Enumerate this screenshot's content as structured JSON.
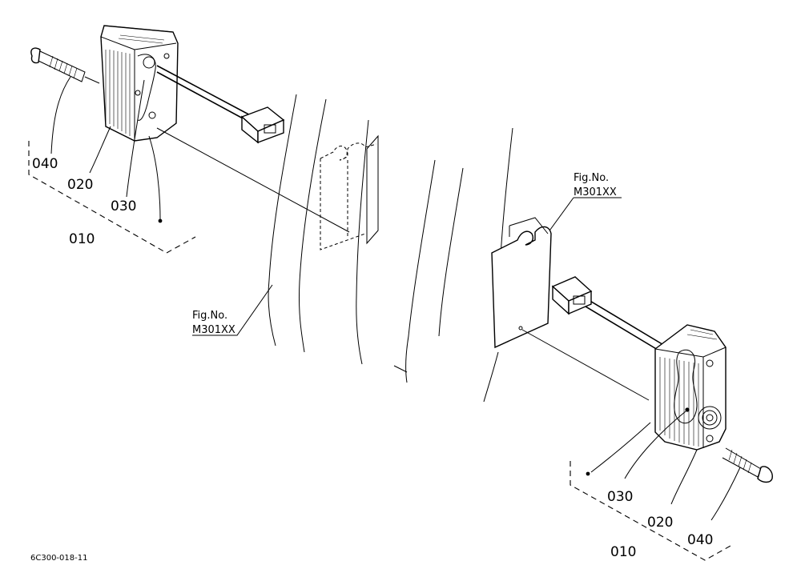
{
  "labels": {
    "left": {
      "screw": "040",
      "lamp": "020",
      "bulb": "030",
      "assembly": "010"
    },
    "right": {
      "screw": "040",
      "lamp": "020",
      "bulb": "030",
      "assembly": "010"
    }
  },
  "fig_refs": [
    {
      "line1": "Fig.No.",
      "line2": "M301XX"
    },
    {
      "line1": "Fig.No.",
      "line2": "M301XX"
    }
  ],
  "drawing_code": "6C300-018-11"
}
